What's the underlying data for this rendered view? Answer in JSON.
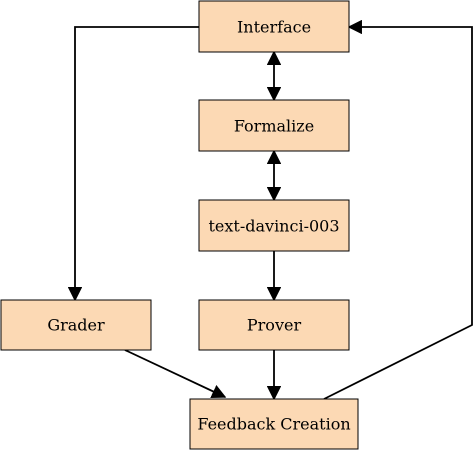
{
  "diagram": {
    "nodes": [
      {
        "id": "interface",
        "label": "Interface"
      },
      {
        "id": "formalize",
        "label": "Formalize"
      },
      {
        "id": "davinci",
        "label": "text-davinci-003"
      },
      {
        "id": "prover",
        "label": "Prover"
      },
      {
        "id": "grader",
        "label": "Grader"
      },
      {
        "id": "feedback",
        "label": "Feedback Creation"
      }
    ],
    "edges": [
      {
        "from": "interface",
        "to": "formalize",
        "direction": "both"
      },
      {
        "from": "formalize",
        "to": "davinci",
        "direction": "both"
      },
      {
        "from": "davinci",
        "to": "prover",
        "direction": "forward"
      },
      {
        "from": "prover",
        "to": "feedback",
        "direction": "forward"
      },
      {
        "from": "grader",
        "to": "feedback",
        "direction": "forward"
      },
      {
        "from": "interface",
        "to": "grader",
        "direction": "forward"
      },
      {
        "from": "feedback",
        "to": "interface",
        "direction": "forward"
      }
    ],
    "colors": {
      "node_fill": "#fcd9b4",
      "stroke": "#000000"
    }
  }
}
